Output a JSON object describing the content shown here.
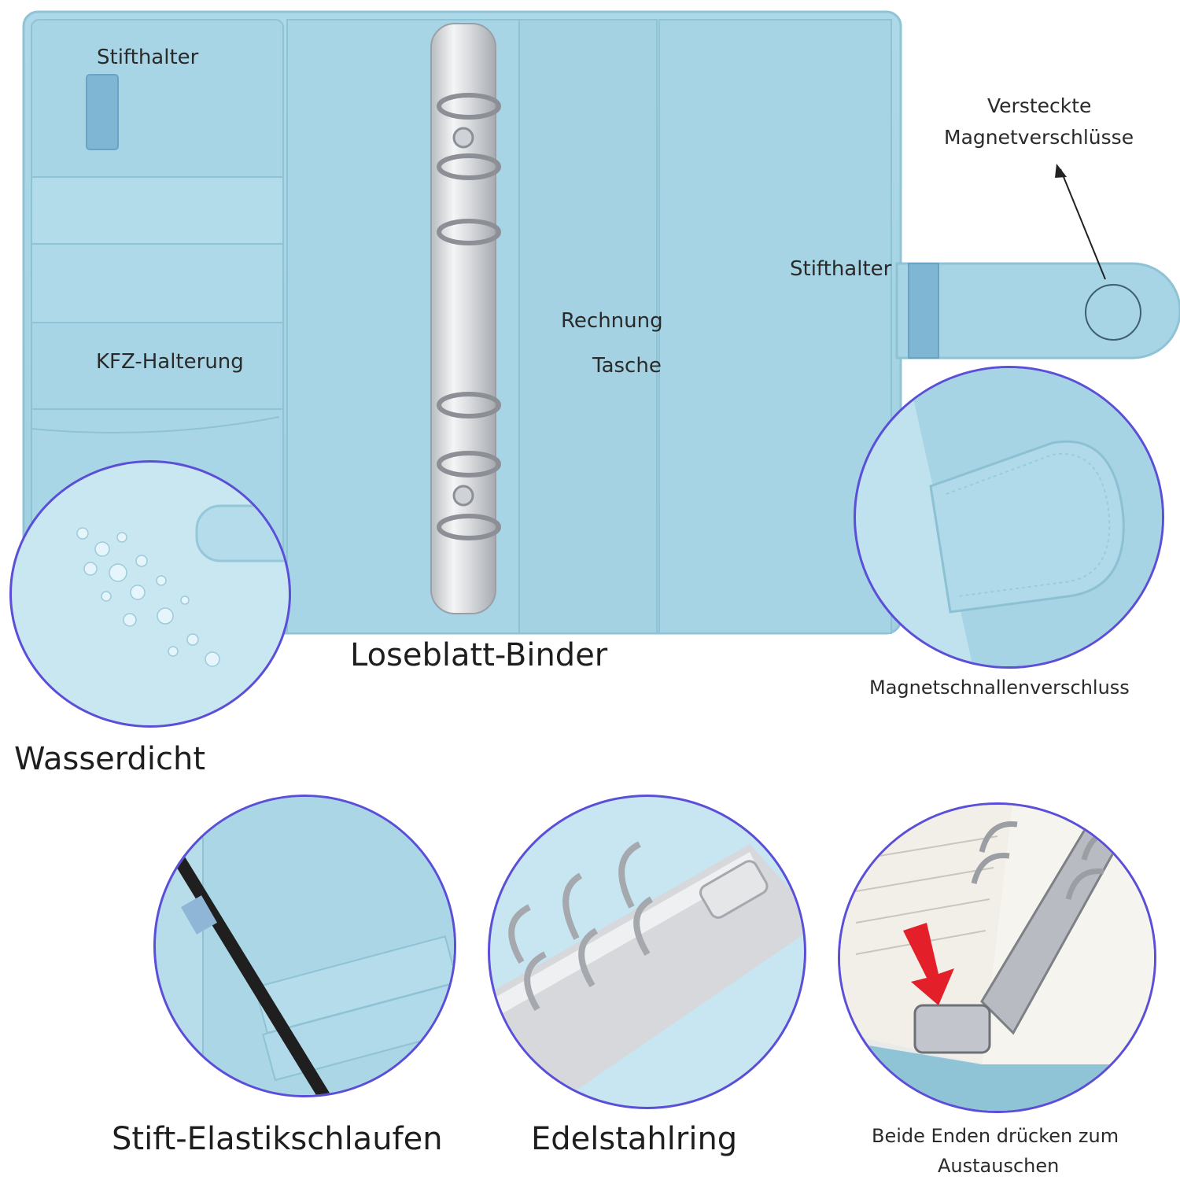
{
  "labels": {
    "pen_holder_left": "Stifthalter",
    "pen_holder_right": "Stifthalter",
    "hidden_magnets_line1": "Versteckte",
    "hidden_magnets_line2": "Magnetverschlüsse",
    "card_holder": "KFZ-Halterung",
    "invoice_line1": "Rechnung",
    "invoice_line2": "Tasche",
    "loose_leaf_binder": "Loseblatt-Binder",
    "magnetic_buckle": "Magnetschnallenverschluss",
    "waterproof": "Wasserdicht",
    "pen_elastic": "Stift-Elastikschlaufen",
    "steel_ring": "Edelstahlring",
    "press_ends_line1": "Beide Enden drücken zum",
    "press_ends_line2": "Austauschen"
  },
  "colors": {
    "cover_blue": "#a9d6e6",
    "cover_shadow": "#8fc3d6",
    "circle_border": "#5b4fd8",
    "metal": "#d9dadc",
    "arrow_red": "#e3202a"
  },
  "binder_ring_count": 6
}
